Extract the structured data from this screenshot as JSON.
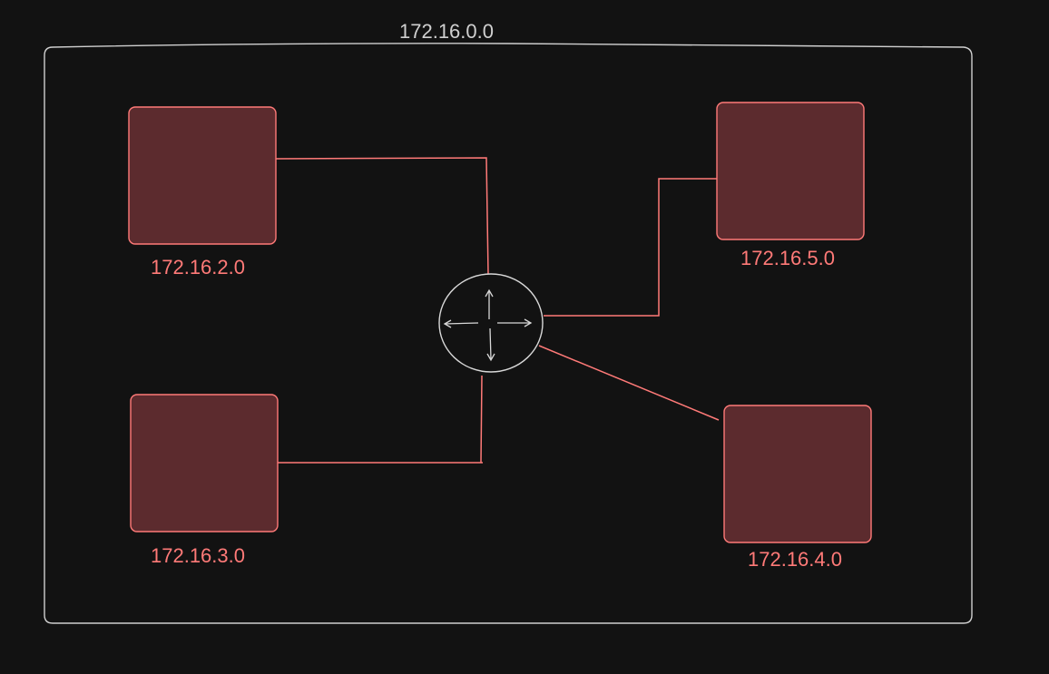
{
  "diagram": {
    "network_label": "172.16.0.0",
    "subnets": [
      {
        "id": "subnet-top-left",
        "label": "172.16.2.0"
      },
      {
        "id": "subnet-bottom-left",
        "label": "172.16.3.0"
      },
      {
        "id": "subnet-top-right",
        "label": "172.16.5.0"
      },
      {
        "id": "subnet-bottom-right",
        "label": "172.16.4.0"
      }
    ],
    "router": {
      "icon": "router-icon"
    },
    "colors": {
      "background": "#121212",
      "outline": "#d0d0d0",
      "subnet_stroke": "#ff7a78",
      "subnet_fill": "#5c2b2e",
      "link": "#ff7a78"
    }
  }
}
